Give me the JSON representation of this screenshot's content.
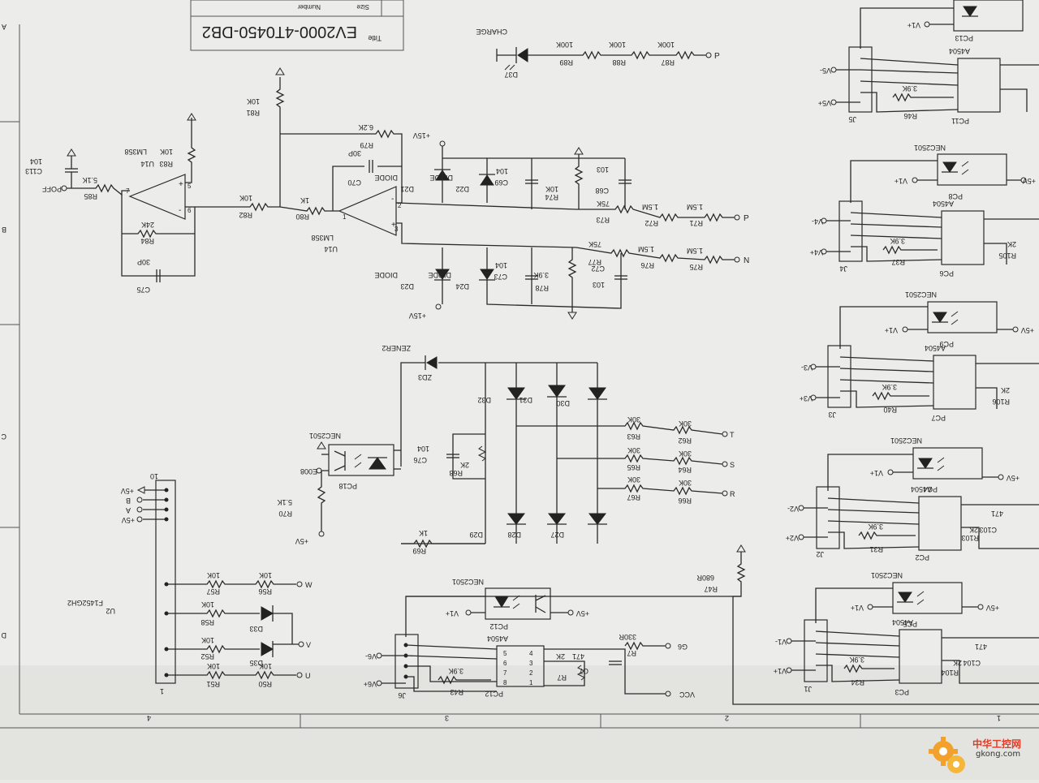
{
  "title_block": {
    "drawing_title": "EV2000-4T0450-DB2",
    "title_label": "Title",
    "size_label": "Size",
    "number_label": "Number"
  },
  "zones": {
    "rows": [
      "A",
      "B",
      "C",
      "D"
    ],
    "cols": [
      "4",
      "3",
      "2",
      "1"
    ]
  },
  "charge": {
    "inp": "P",
    "r87": "R87",
    "r87v": "100K",
    "r88": "R88",
    "r88v": "100K",
    "r89": "R89",
    "r89v": "100K",
    "led": "D37",
    "led_label": "CHARGE"
  },
  "opamp_p": {
    "u": "U14",
    "part": "LM358",
    "pin1": "1",
    "pin2": "2",
    "pin3": "3",
    "r71": "R71",
    "r71v": "1.5M",
    "r72": "R72",
    "r72v": "1.5M",
    "r73": "R73",
    "r73v": "75K",
    "r74": "R74",
    "r74v": "10K",
    "c68": "C68",
    "c68v": "103",
    "c69": "C69",
    "c69v": "104",
    "d22": "D22",
    "d22l": "DIODE",
    "d21": "D21",
    "d21l": "DIODE",
    "p15": "+15V",
    "c70": "C70",
    "c70v": "30P",
    "r79": "R79",
    "r79v": "6.2K",
    "r80": "R80",
    "r80v": "1K",
    "r81": "R81",
    "r81v": "10K",
    "r82": "R82",
    "r82v": "10K",
    "inp": "P"
  },
  "opamp_n": {
    "r75": "R75",
    "r75v": "1.5M",
    "r76": "R76",
    "r76v": "1.5M",
    "r77": "R77",
    "r77v": "75K",
    "r78": "R78",
    "r78v": "3.9K",
    "c72": "C72",
    "c72v": "103",
    "c73": "C73",
    "c73v": "104",
    "d24": "D24",
    "d24l": "DIODE",
    "d23": "D23",
    "d23l": "DIODE",
    "p15": "+15V",
    "inp": "N"
  },
  "pofe_amp": {
    "u": "U14",
    "part": "LM358",
    "r83": "R83",
    "r83v": "10K",
    "r85": "R85",
    "r85v": "5.1K",
    "r84": "R84",
    "r84v": "24K",
    "c75": "C75",
    "c75v": "30P",
    "c113": "C113",
    "c113v": "104",
    "out": "POFF",
    "pin5": "5",
    "pin6": "6",
    "pin7": "7"
  },
  "rectifier": {
    "zd": "ZD3",
    "zdl": "ZENER2",
    "d32": "D32",
    "d31": "D31",
    "d30": "D30",
    "d29": "D29",
    "d28": "D28",
    "d27": "D27",
    "r62": "R62",
    "r62v": "30K",
    "r63": "R63",
    "r63v": "30K",
    "t": "T",
    "r64": "R64",
    "r64v": "30K",
    "r65": "R65",
    "r65v": "30K",
    "s": "S",
    "r66": "R66",
    "r66v": "30K",
    "r67": "R67",
    "r67v": "30K",
    "r": "R",
    "c76": "C76",
    "c76v": "104",
    "r68": "R68",
    "r68v": "2K",
    "r69": "R69",
    "r69v": "1K",
    "pc": "PC18",
    "pcl": "NEC2501",
    "e": "E008",
    "r70": "R70",
    "r70v": "5.1K",
    "p5": "+5V"
  },
  "connector": {
    "u": "U2",
    "part": "F1452GH2",
    "pin10": "10",
    "pin1": "1",
    "p5a": "+5V",
    "b": "B",
    "a": "A",
    "p5b": "+5V",
    "w": "W",
    "r56": "R56",
    "r56v": "10K",
    "r57": "R57",
    "r57v": "10K",
    "v": "V",
    "r52": "R52",
    "r52v": "10K",
    "r58": "R58",
    "r58v": "10K",
    "d33": "D33",
    "d35": "D35",
    "u_in": "U",
    "r50": "R50",
    "r50v": "10K",
    "r51": "R51",
    "r51v": "10K"
  },
  "driver_bottom": {
    "pc12": "PC12",
    "pcl": "NEC2501",
    "pc12b": "PC12",
    "a4504": "A4504",
    "v1p": "V1+",
    "p5": "+5V",
    "j6": "J6",
    "v6m": "V6-",
    "v6p": "V6+",
    "r43": "R43",
    "r43v": "3.9K",
    "r7": "R7",
    "r7v": "2K",
    "c7": "C7",
    "c7v": "471",
    "r7b": "R7",
    "r7bv": "330R",
    "g6": "G6",
    "vcc": "VCC",
    "r47": "R47",
    "r47v": "680R",
    "p4": "4",
    "p5n": "5",
    "p6": "6",
    "p7": "7",
    "p8": "8",
    "p1": "1",
    "p2": "2",
    "p3": "3"
  },
  "drivers_right": [
    {
      "pc_top": "PC13",
      "pc_drv": "PC11",
      "j": "J5",
      "vm": "V5-",
      "vp": "V5+",
      "r_a": "R46",
      "r_av": "3.9K",
      "a": "A4504",
      "v1": "V1+",
      "nec": "",
      "p5": ""
    },
    {
      "pc_top": "PC8",
      "pc_drv": "PC6",
      "j": "J4",
      "vm": "V4-",
      "vp": "V4+",
      "r_a": "R37",
      "r_av": "3.9K",
      "a": "A4504",
      "v1": "V1+",
      "nec": "NEC2501",
      "p5": "+5V",
      "r_b": "R105",
      "r_bv": "2K"
    },
    {
      "pc_top": "PC9",
      "pc_drv": "PC7",
      "j": "J3",
      "vm": "V3-",
      "vp": "V3+",
      "r_a": "R40",
      "r_av": "3.9K",
      "a": "A4504",
      "v1": "V1+",
      "nec": "NEC2501",
      "p5": "+5V",
      "r_b": "R106",
      "r_bv": "2K"
    },
    {
      "pc_top": "PC4",
      "pc_drv": "PC2",
      "j": "J2",
      "vm": "V2-",
      "vp": "V2+",
      "r_a": "R31",
      "r_av": "3.9K",
      "a": "A4504",
      "v1": "V1+",
      "nec": "NEC2501",
      "p5": "+5V",
      "r_b": "R103",
      "r_bv": "2K",
      "c": "C103",
      "cv": "471"
    },
    {
      "pc_top": "PC5",
      "pc_drv": "PC3",
      "j": "J1",
      "vm": "V1-",
      "vp": "V1+",
      "r_a": "R34",
      "r_av": "3.9K",
      "a": "A4504",
      "v1": "V1+",
      "nec": "NEC2501",
      "p5": "+5V",
      "r_b": "R104",
      "r_bv": "2K",
      "c": "C104",
      "cv": "471"
    }
  ],
  "watermark": {
    "text": "中华工控网",
    "url": "gkong.com",
    "accent": "#e53a24"
  }
}
